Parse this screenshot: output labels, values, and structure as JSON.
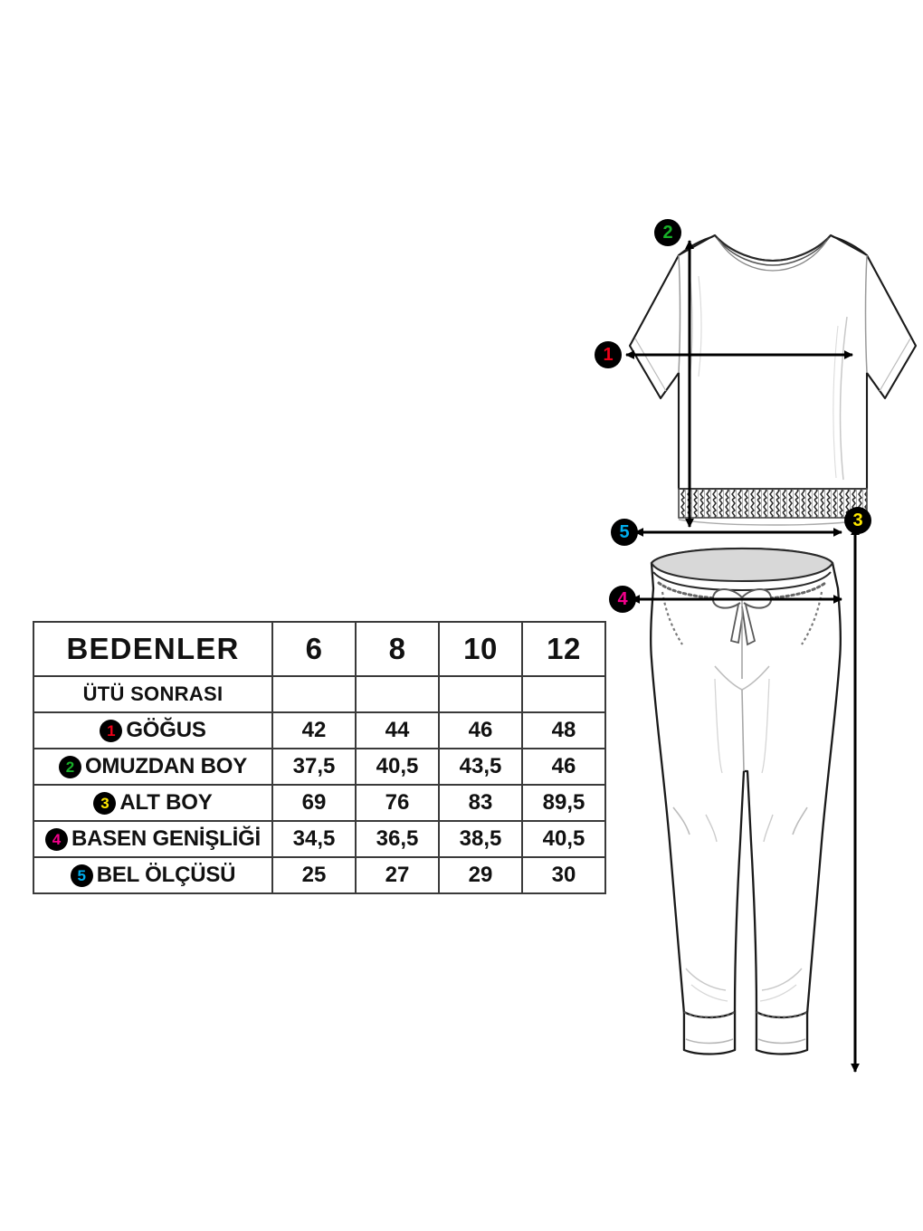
{
  "table": {
    "header": {
      "label": "BEDENLER",
      "sizes": [
        "6",
        "8",
        "10",
        "12"
      ]
    },
    "subheader": {
      "label": "ÜTÜ SONRASI"
    },
    "rows": [
      {
        "badge": "1",
        "badge_color": "#ee0018",
        "label": "GÖĞUS",
        "values": [
          "42",
          "44",
          "46",
          "48"
        ]
      },
      {
        "badge": "2",
        "badge_color": "#18b028",
        "label": "OMUZDAN BOY",
        "values": [
          "37,5",
          "40,5",
          "43,5",
          "46"
        ]
      },
      {
        "badge": "3",
        "badge_color": "#ffe800",
        "label": "ALT BOY",
        "values": [
          "69",
          "76",
          "83",
          "89,5"
        ]
      },
      {
        "badge": "4",
        "badge_color": "#f4008c",
        "label": "BASEN GENİŞLİĞİ",
        "values": [
          "34,5",
          "36,5",
          "38,5",
          "40,5"
        ]
      },
      {
        "badge": "5",
        "badge_color": "#00aeef",
        "label": "BEL ÖLÇÜSÜ",
        "values": [
          "25",
          "27",
          "29",
          "30"
        ]
      }
    ]
  },
  "diagram": {
    "top_garment": "tshirt-technical-drawing",
    "bottom_garment": "jogger-pants-technical-drawing",
    "callouts": [
      {
        "number": "1",
        "color": "#ee0018",
        "measure": "GÖĞUS",
        "garment": "tshirt",
        "direction": "horizontal"
      },
      {
        "number": "2",
        "color": "#18b028",
        "measure": "OMUZDAN BOY",
        "garment": "tshirt",
        "direction": "vertical"
      },
      {
        "number": "3",
        "color": "#ffe800",
        "measure": "ALT BOY",
        "garment": "pants",
        "direction": "vertical"
      },
      {
        "number": "4",
        "color": "#f4008c",
        "measure": "BASEN GENİŞLİĞİ",
        "garment": "pants",
        "direction": "horizontal"
      },
      {
        "number": "5",
        "color": "#00aeef",
        "measure": "BEL ÖLÇÜSÜ",
        "garment": "pants",
        "direction": "horizontal"
      }
    ]
  },
  "colors": {
    "background": "#ffffff",
    "ink": "#111111",
    "table_border": "#3a3a3a",
    "badge_bg": "#000000"
  }
}
